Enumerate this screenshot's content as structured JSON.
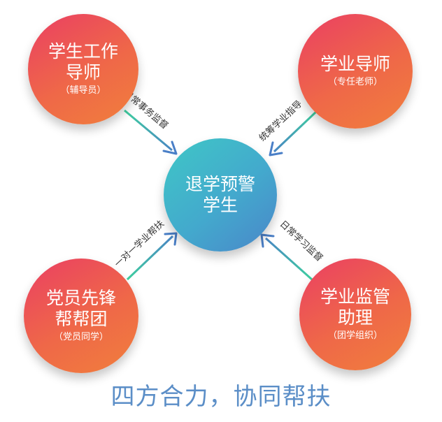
{
  "center": {
    "title": "退学预警\n学生"
  },
  "nodes": {
    "counselor": {
      "title": "学生工作\n导师",
      "subtitle": "（辅导员）"
    },
    "tutor": {
      "title": "学业导师",
      "subtitle": "（专任老师）"
    },
    "party": {
      "title": "党员先锋\n帮帮团",
      "subtitle": "（党员同学）"
    },
    "assistant": {
      "title": "学业监管\n助理",
      "subtitle": "（团学组织）"
    }
  },
  "edges": {
    "counselor": "日常事务监督",
    "tutor": "统筹学业指导",
    "party": "一对一学业帮扶",
    "assistant": "日常学习监督"
  },
  "slogan": "四方合力，协同帮扶",
  "colors": {
    "role_start": "#ea3f63",
    "role_end": "#f07f3c",
    "center_start": "#3fc7c6",
    "center_end": "#4a86c9",
    "line_start": "#3ecf9f",
    "line_end": "#4a7fc7",
    "slogan": "#5b8ec7"
  }
}
